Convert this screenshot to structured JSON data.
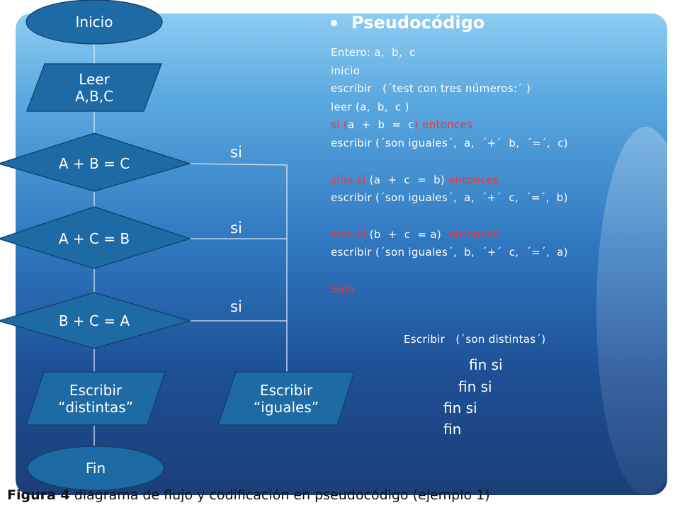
{
  "flowchart": {
    "start": "Inicio",
    "input": {
      "line1": "Leer",
      "line2": "A,B,C"
    },
    "decisions": [
      "A + B = C",
      "A + C = B",
      "B + C = A"
    ],
    "branch_labels": [
      "si",
      "si",
      "si"
    ],
    "output_distinct": {
      "line1": "Escribir",
      "line2": "“distintas”"
    },
    "output_equal": {
      "line1": "Escribir",
      "line2": "“iguales”"
    },
    "end": "Fin"
  },
  "pseudocode": {
    "title": "Pseudocódigo",
    "l1": "Entero: a,  b,  c",
    "l2": "inicio",
    "l3": "escribir   (´test con tres números:´ )",
    "l4": "leer (a,  b,  c )",
    "l5_kw1": "si (",
    "l5_mid": "a  +  b  =  c",
    "l5_kw2": ") entonces",
    "l6": "escribir (´son iguales´,  a,  ´+´  b,  ´=´,  c)",
    "l7_kw1": "sino si",
    "l7_mid": " (a  +  c  =  b) ",
    "l7_kw2": "entonces",
    "l8": "escribir (´son iguales´,  a,  ´+´  c,  ´=´,  b)",
    "l9_kw1": "sino si",
    "l9_mid": " (b  +  c  = a)  ",
    "l9_kw2": "entonces",
    "l10": "escribir (´son iguales´,  b,  ´+´  c,  ´=´,  a)",
    "l11": "Sino",
    "l12": "Escribir   (´son distintas´)",
    "fin1": "fin si",
    "fin2": "fin si",
    "fin3": "fin si",
    "fin4": "fin"
  },
  "caption": {
    "label": "Figura 4",
    "text": " diagrama de flujo y codificación en pseudocódigo (ejemplo 1)"
  }
}
